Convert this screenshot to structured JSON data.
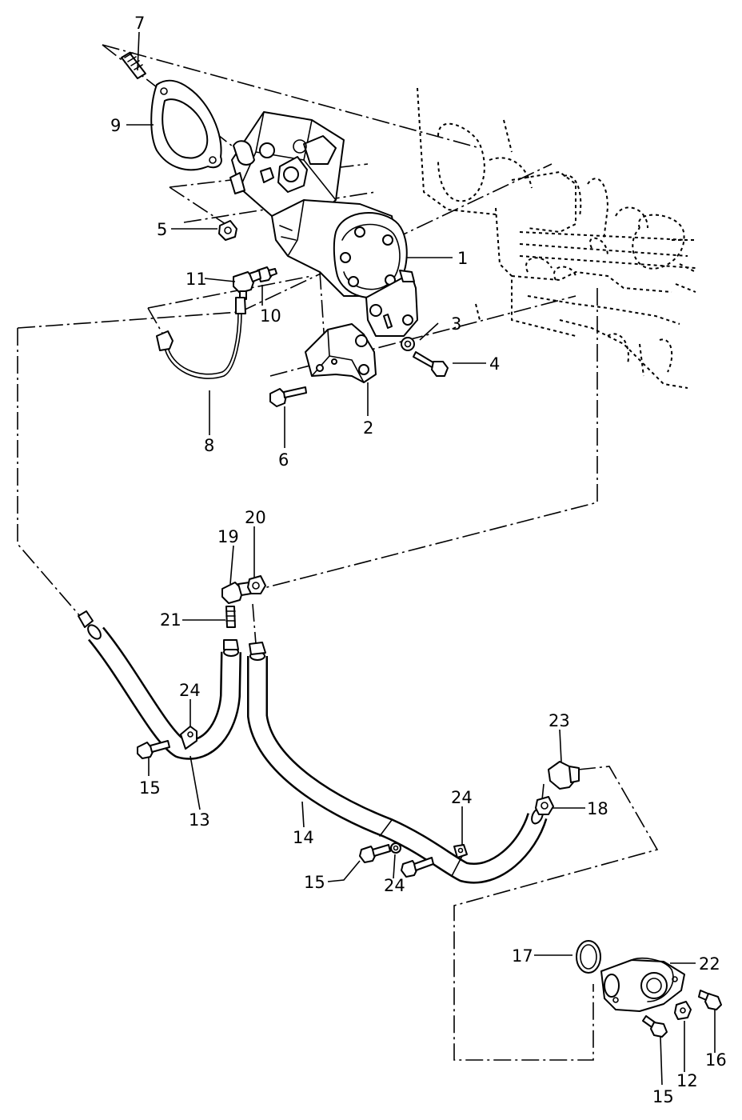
{
  "callouts": {
    "c1": "1",
    "c2": "2",
    "c3": "3",
    "c4": "4",
    "c5": "5",
    "c6": "6",
    "c7": "7",
    "c8": "8",
    "c9": "9",
    "c10": "10",
    "c11": "11",
    "c12": "12",
    "c13": "13",
    "c14": "14",
    "c15a": "15",
    "c15b": "15",
    "c15c": "15",
    "c16": "16",
    "c17": "17",
    "c18": "18",
    "c19": "19",
    "c20": "20",
    "c21": "21",
    "c22": "22",
    "c23": "23",
    "c24a": "24",
    "c24b": "24",
    "c24c": "24"
  }
}
